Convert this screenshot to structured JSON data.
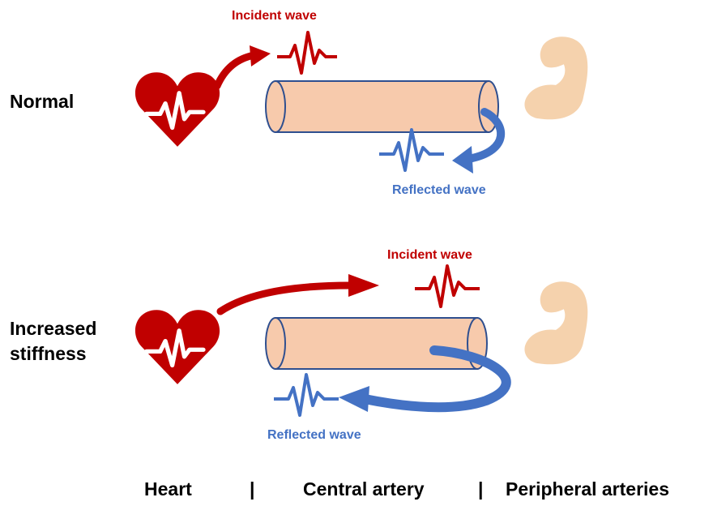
{
  "rows": {
    "normal": {
      "label": "Normal",
      "incident_label": "Incident wave",
      "reflected_label": "Reflected wave"
    },
    "stiff": {
      "label": "Increased stiffness",
      "incident_label": "Incident wave",
      "reflected_label": "Reflected wave"
    }
  },
  "footer": {
    "heart": "Heart",
    "sep1": "|",
    "central": "Central artery",
    "sep2": "|",
    "peripheral": "Peripheral arteries"
  },
  "colors": {
    "heart": "#c00000",
    "incident": "#c00000",
    "reflected": "#4472c4",
    "artery_fill": "#f7caac",
    "artery_stroke": "#2f4f8f",
    "muscle": "#f5d2ad"
  },
  "icons": [
    "heart-icon",
    "ecg-wave-icon",
    "artery-tube",
    "flexed-arm-icon",
    "curved-arrow"
  ]
}
